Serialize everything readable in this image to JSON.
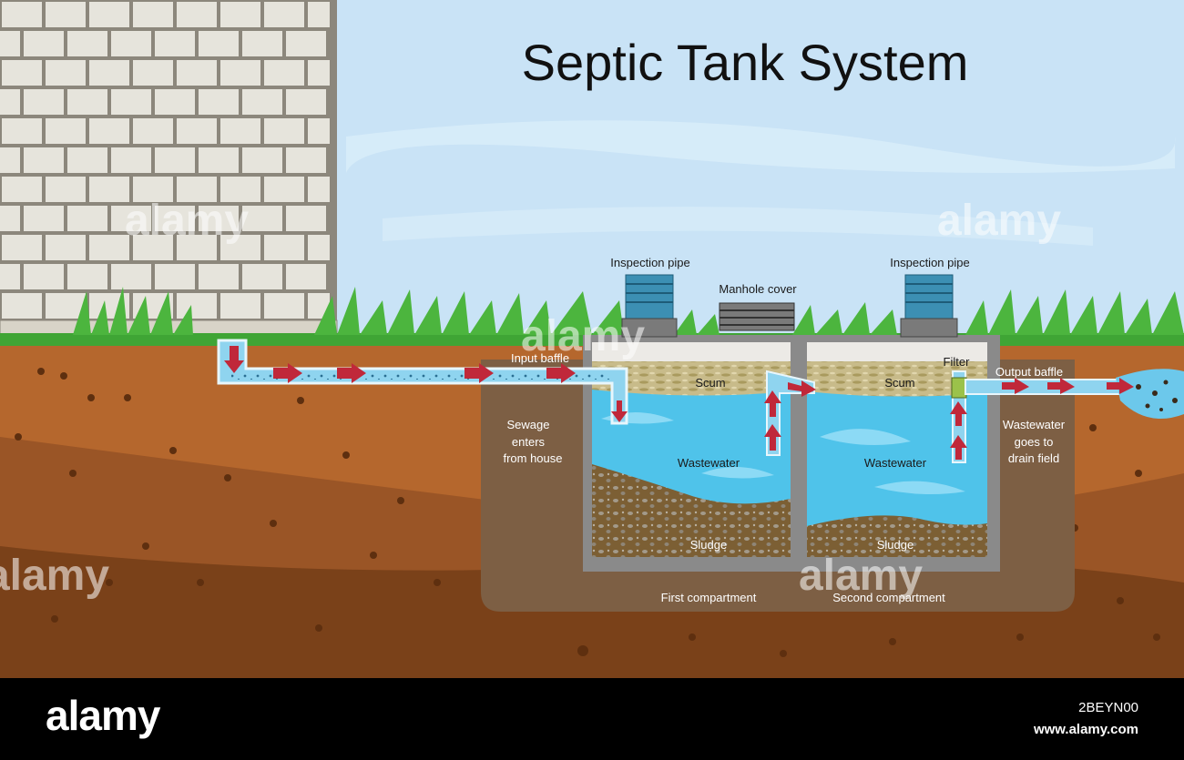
{
  "title": "Septic Tank System",
  "labels": {
    "inspection_pipe_left": "Inspection pipe",
    "manhole_cover": "Manhole cover",
    "inspection_pipe_right": "Inspection pipe",
    "input_baffle": "Input baffle",
    "filter": "Filter",
    "output_baffle": "Output baffle",
    "scum_first": "Scum",
    "scum_second": "Scum",
    "sewage_enters_line1": "Sewage",
    "sewage_enters_line2": "enters",
    "sewage_enters_line3": "from house",
    "wastewater_first": "Wastewater",
    "wastewater_second": "Wastewater",
    "drain_field_line1": "Wastewater",
    "drain_field_line2": "goes to",
    "drain_field_line3": "drain field",
    "sludge_first": "Sludge",
    "sludge_second": "Sludge",
    "first_compartment": "First compartment",
    "second_compartment": "Second compartment"
  },
  "watermark": "alamy",
  "footer": {
    "logo": "alamy",
    "image_id": "2BEYN00",
    "url": "www.alamy.com"
  },
  "colors": {
    "sky": "#c9e3f6",
    "brick": "#e6e4dc",
    "grass": "#3fa535",
    "soil_top": "#b5672d",
    "soil_mid": "#9a5526",
    "soil_bottom": "#7a4119",
    "tank_wall": "#8a8a8a",
    "water": "#4fc3ea",
    "scum": "#c2b584",
    "sludge": "#8a6a3a",
    "pipe": "#8fd4ef",
    "arrow": "#c0283a"
  }
}
